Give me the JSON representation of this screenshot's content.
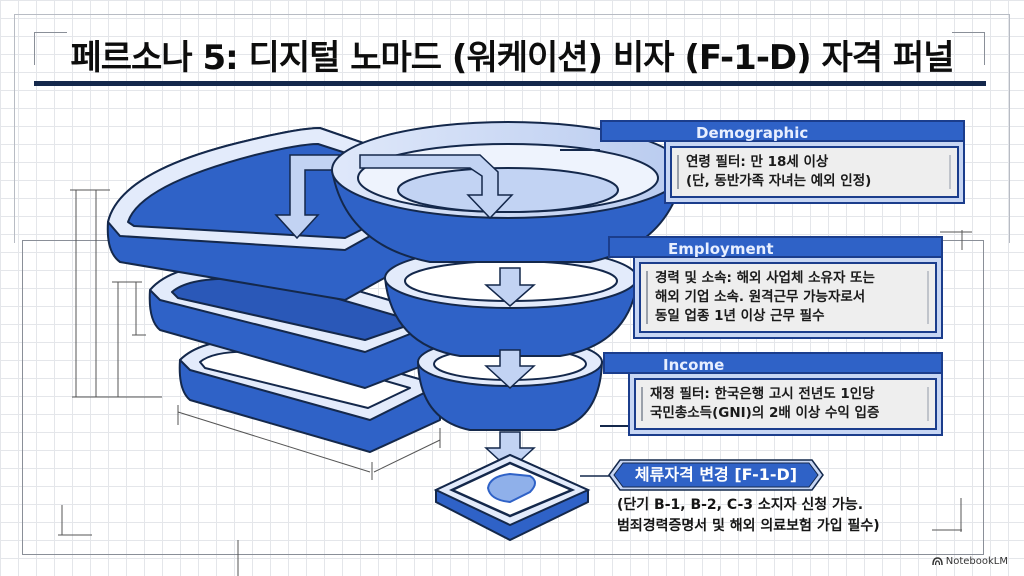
{
  "title": "페르소나 5: 디지털 노마드 (워케이션) 비자 (F-1-D) 자격 퍼널",
  "colors": {
    "primary_blue": "#2f62c7",
    "dark_navy": "#14284b",
    "light_blue": "#c7d6f4",
    "panel_bg": "#eeeeee"
  },
  "stages": [
    {
      "header": "Demographic",
      "lines": [
        "연령 필터: 만 18세 이상",
        "(단, 동반가족 자녀는 예외 인정)"
      ]
    },
    {
      "header": "Employment",
      "lines": [
        "경력 및 소속: 해외 사업체 소유자 또는",
        "해외 기업 소속. 원격근무 가능자로서",
        "동일 업종 1년 이상 근무 필수"
      ]
    },
    {
      "header": "Income",
      "lines": [
        "재정 필터: 한국은행 고시 전년도 1인당",
        "국민총소득(GNI)의 2배 이상 수익 입증"
      ]
    }
  ],
  "result": {
    "badge": "체류자격 변경 [F-1-D]",
    "lines": [
      "(단기 B-1, B-2, C-3 소지자 신청 가능.",
      "범죄경력증명서 및 해외 의료보험 가입 필수)"
    ]
  },
  "brand": {
    "icon": "notebooklm-logo-icon",
    "label": "NotebookLM"
  }
}
